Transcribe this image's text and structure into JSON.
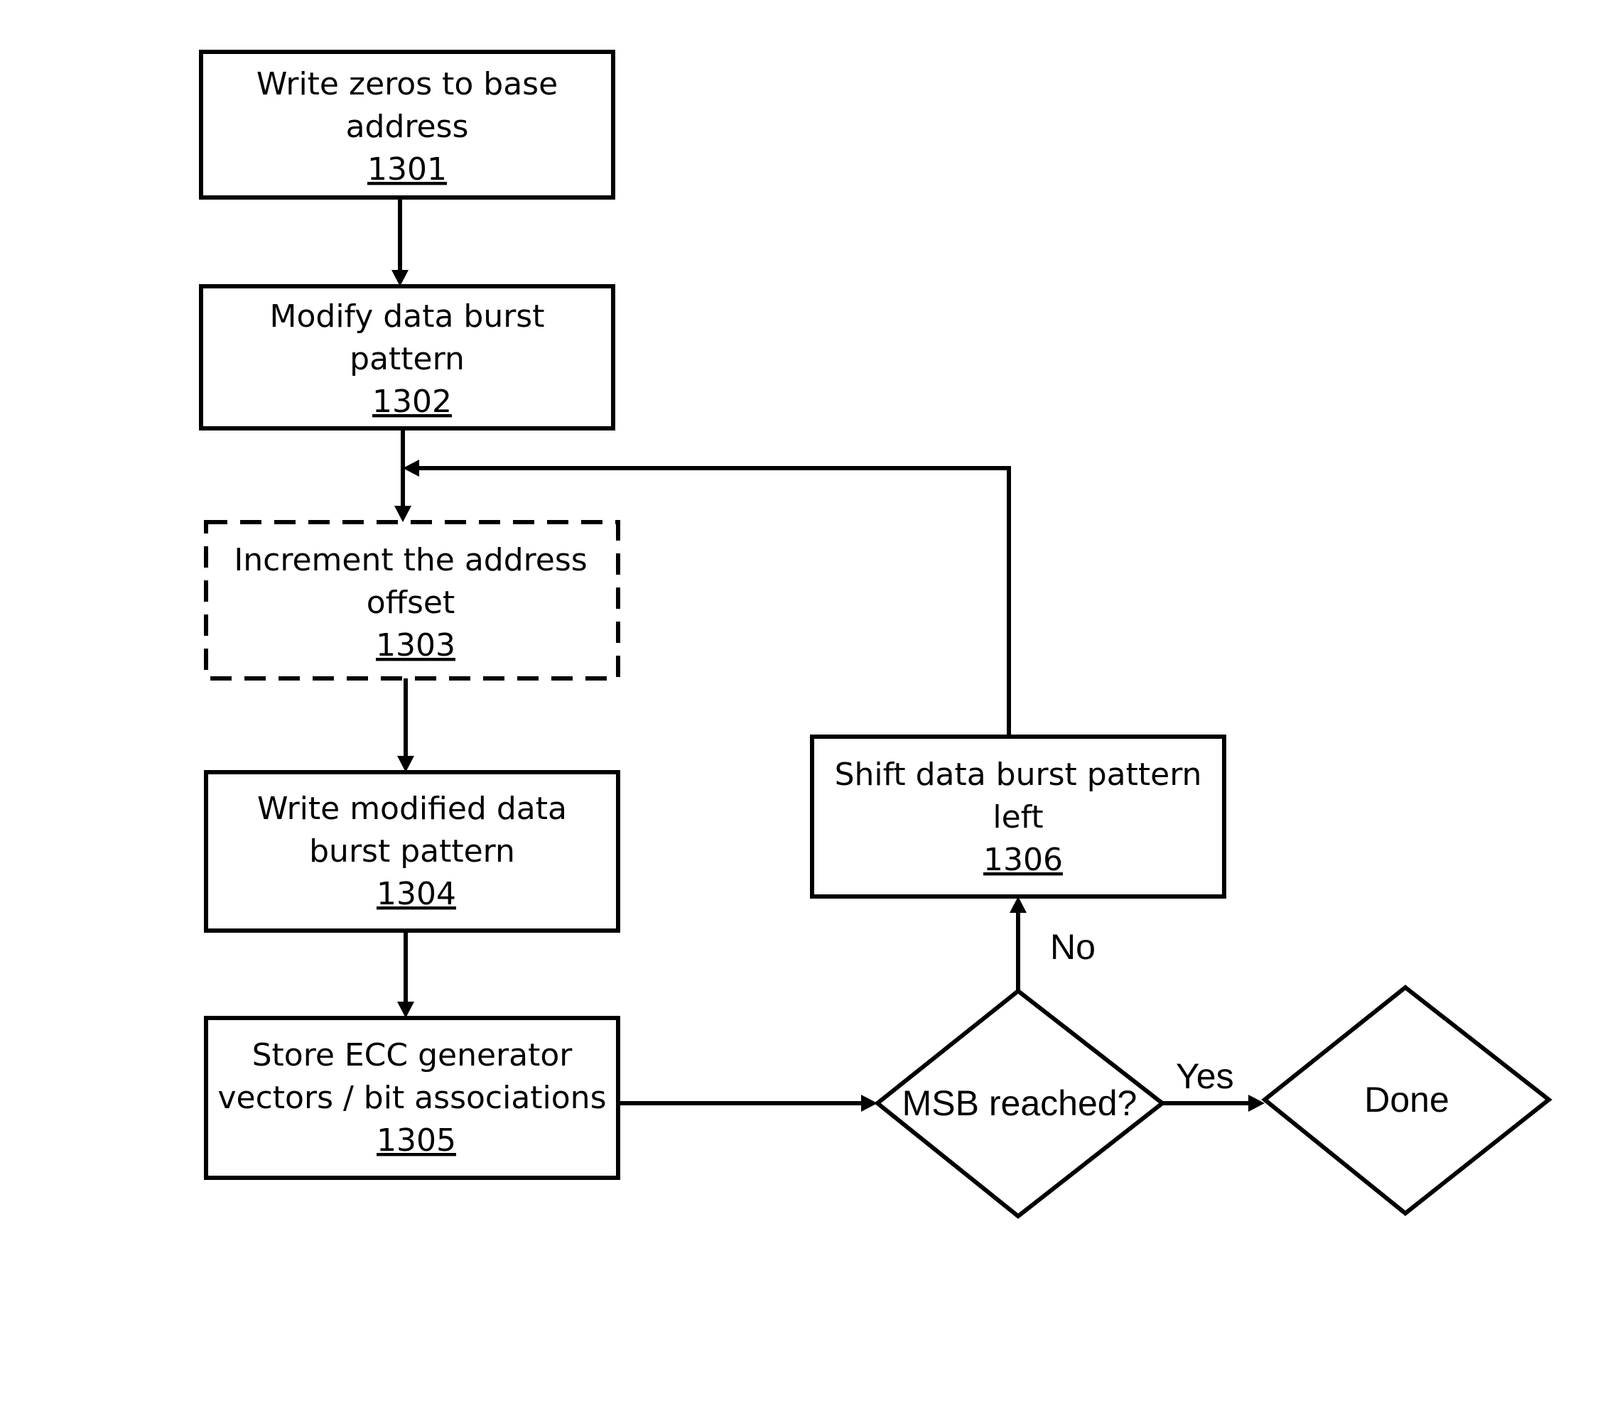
{
  "steps": [
    {
      "line1": "Write zeros to base",
      "line2": "address",
      "ref": "1301"
    },
    {
      "line1": "Modify data burst",
      "line2": "pattern",
      "ref": "1302"
    },
    {
      "line1": "Increment the address",
      "line2": "offset",
      "ref": "1303",
      "optional": true
    },
    {
      "line1": "Write modified data",
      "line2": "burst pattern",
      "ref": "1304"
    },
    {
      "line1": "Store ECC generator",
      "line2": "vectors / bit associations",
      "ref": "1305"
    },
    {
      "line1": "Shift data burst pattern",
      "line2": "left",
      "ref": "1306"
    }
  ],
  "decision": {
    "label": "MSB reached?"
  },
  "terminal": {
    "label": "Done"
  },
  "edges": {
    "no": "No",
    "yes": "Yes"
  }
}
